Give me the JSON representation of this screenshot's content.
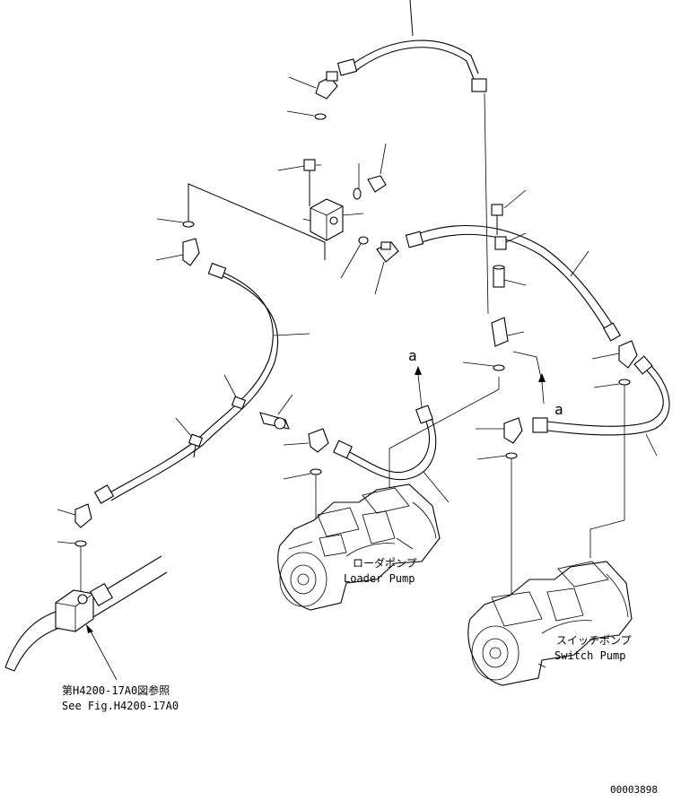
{
  "labels": {
    "loader_pump_jp": "ローダポンプ",
    "loader_pump_en": "Loader Pump",
    "switch_pump_jp": "スイッチポンプ",
    "switch_pump_en": "Switch Pump",
    "see_fig_jp": "第H4200-17A0図参照",
    "see_fig_en": "See Fig.H4200-17A0",
    "view_a_left": "a",
    "view_a_right": "a",
    "drawing_number": "00003898"
  }
}
